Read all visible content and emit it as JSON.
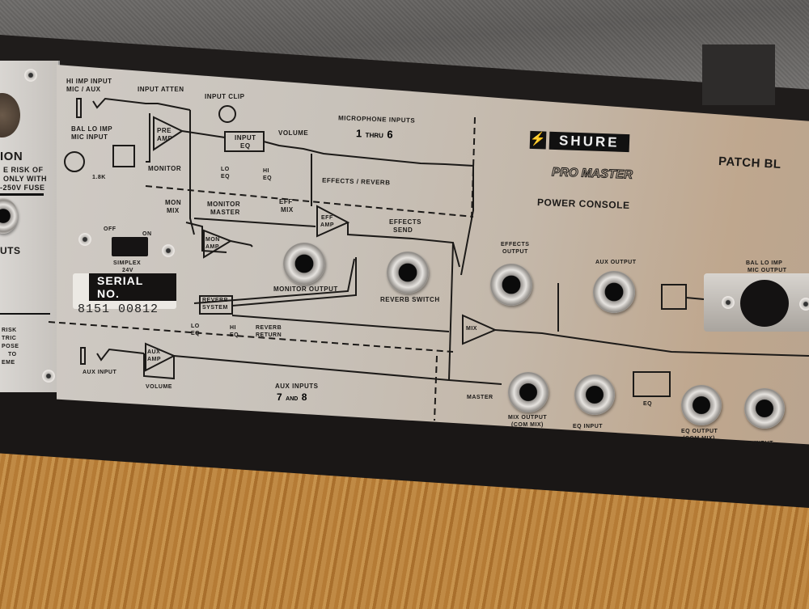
{
  "scene": {
    "description": "Rear panel of a Shure Pro Master Power Console resting on a wooden surface",
    "colors": {
      "panel": "#c8c2ba",
      "tolex": "#1f1c1b",
      "wood": "#b57b35",
      "print": "#1c1a18"
    }
  },
  "brand": {
    "logo": "SHURE",
    "product_line": "PRO MASTER",
    "model": "POWER CONSOLE",
    "right_section_title": "PATCH BL"
  },
  "left_panel": {
    "warning_lines": [
      "ION",
      "E RISK OF",
      "ONLY WITH",
      "-250V FUSE"
    ],
    "jack_label": "UTS",
    "lower_text": [
      "RISK",
      "TRIC",
      "POSE",
      "TO",
      "EME"
    ]
  },
  "channel_section": {
    "title": "MICROPHONE INPUTS",
    "range": {
      "from": "1",
      "thru": "THRU",
      "to": "6"
    },
    "labels": {
      "hi_imp_input": [
        "HI IMP INPUT",
        "MIC / AUX"
      ],
      "bal_lo_imp": [
        "BAL LO IMP",
        "MIC INPUT"
      ],
      "resistor_value": "1.8K",
      "input_atten": "INPUT ATTEN",
      "input_clip": "INPUT CLIP",
      "pre_amp": [
        "PRE",
        "AMP"
      ],
      "input_eq": [
        "INPUT",
        "EQ"
      ],
      "monitor": "MONITOR",
      "lo_eq": [
        "LO",
        "EQ"
      ],
      "hi_eq": [
        "HI",
        "EQ"
      ],
      "volume": "VOLUME",
      "effects_reverb": "EFFECTS / REVERB"
    }
  },
  "monitor_effects_section": {
    "mon_mix": [
      "MON",
      "MIX"
    ],
    "monitor_master": [
      "MONITOR",
      "MASTER"
    ],
    "mon_amp": [
      "MON",
      "AMP"
    ],
    "eff_mix": [
      "EFF",
      "MIX"
    ],
    "eff_amp": [
      "EFF",
      "AMP"
    ],
    "effects_send": [
      "EFFECTS",
      "SEND"
    ],
    "monitor_output": "MONITOR OUTPUT",
    "reverb_switch": "REVERB SWITCH",
    "reverb_system": [
      "REVERB",
      "SYSTEM"
    ],
    "reverb_return": [
      "REVERB",
      "RETURN"
    ],
    "lo_eq": [
      "LO",
      "EQ"
    ],
    "hi_eq": [
      "HI",
      "EQ"
    ]
  },
  "simplex_switch": {
    "off_label": "OFF",
    "on_label": "ON",
    "label": [
      "SIMPLEX",
      "24V"
    ]
  },
  "serial_label": {
    "heading": "SERIAL NO.",
    "number": "8151 00812"
  },
  "aux_section": {
    "aux_input": "AUX INPUT",
    "aux_amp": [
      "AUX",
      "AMP"
    ],
    "volume": "VOLUME",
    "title": "AUX INPUTS",
    "range": {
      "from": "7",
      "and": "AND",
      "to": "8"
    }
  },
  "master_section": {
    "mix": "MIX",
    "master": "MASTER",
    "effects_output": [
      "EFFECTS",
      "OUTPUT"
    ],
    "aux_output": "AUX OUTPUT",
    "bal_lo_imp_mic_output": [
      "BAL  LO  IMP",
      "MIC OUTPUT"
    ],
    "mix_output": [
      "MIX OUTPUT",
      "(COM MIX)"
    ],
    "eq_input": "EQ INPUT",
    "eq": "EQ",
    "eq_output": [
      "EQ OUTPUT",
      "(COM MIX)"
    ],
    "pa_input": "PA INPUT"
  }
}
